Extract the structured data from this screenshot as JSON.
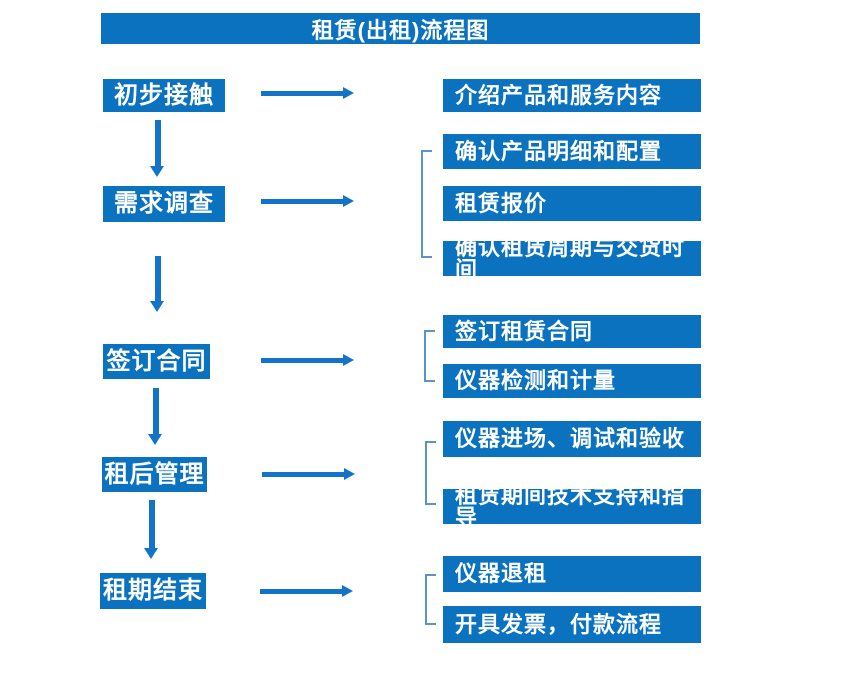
{
  "title": "租赁(出租)流程图",
  "colors": {
    "box_blue": "#0b72c0",
    "arrow_blue": "#1273c8",
    "bracket_blue": "#5b93cf",
    "text_white": "#ffffff",
    "bg": "#ffffff"
  },
  "chart_type": "flowchart",
  "steps": [
    {
      "label": "初步接触",
      "details": [
        "介绍产品和服务内容"
      ]
    },
    {
      "label": "需求调查",
      "details": [
        "确认产品明细和配置",
        "租赁报价",
        "确认租赁周期与交货时间"
      ]
    },
    {
      "label": "签订合同",
      "details": [
        "签订租赁合同",
        "仪器检测和计量"
      ]
    },
    {
      "label": "租后管理",
      "details": [
        "仪器进场、调试和验收",
        "租赁期间技术支持和指导"
      ]
    },
    {
      "label": "租期结束",
      "details": [
        "仪器退租",
        "开具发票，付款流程"
      ]
    }
  ]
}
